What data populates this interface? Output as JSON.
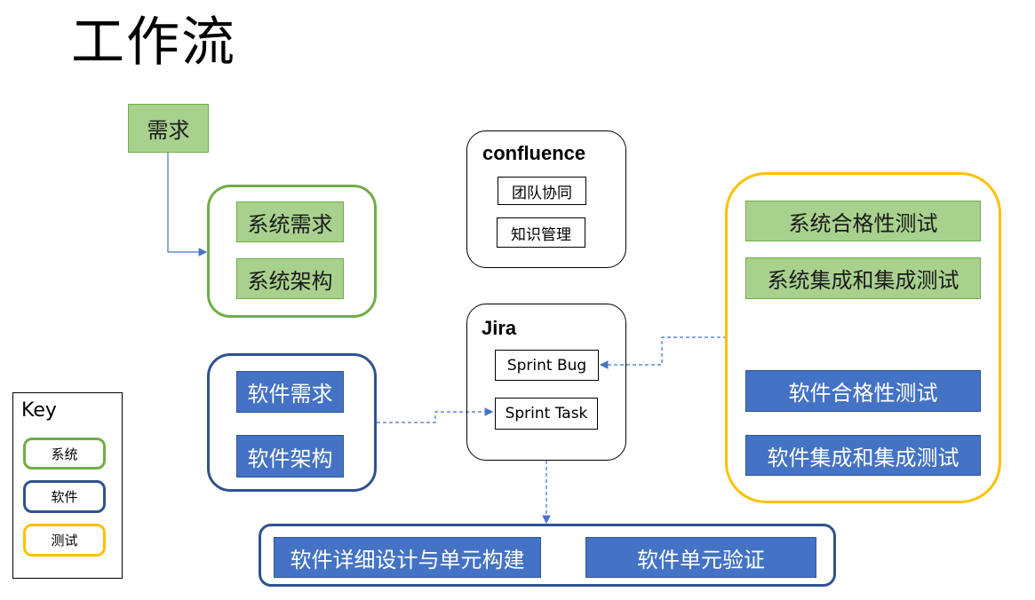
{
  "title": "工作流",
  "requirement": {
    "label": "需求"
  },
  "system_group": {
    "items": [
      "系统需求",
      "系统架构"
    ]
  },
  "software_group": {
    "items": [
      "软件需求",
      "软件架构"
    ]
  },
  "confluence": {
    "name": "confluence",
    "items": [
      "团队协同",
      "知识管理"
    ]
  },
  "jira": {
    "name": "Jira",
    "items": [
      "Sprint Bug",
      "Sprint Task"
    ]
  },
  "test_group": {
    "system_items": [
      "系统合格性测试",
      "系统集成和集成测试"
    ],
    "software_items": [
      "软件合格性测试",
      "软件集成和集成测试"
    ]
  },
  "unit_group": {
    "items": [
      "软件详细设计与单元构建",
      "软件单元验证"
    ]
  },
  "key": {
    "title": "Key",
    "items": [
      "系统",
      "软件",
      "测试"
    ]
  },
  "colors": {
    "green_fill": "#a9d18e",
    "green_border": "#70ad47",
    "blue_fill": "#4472c4",
    "blue_border": "#2f528f",
    "yellow_border": "#ffc000",
    "connector": "#4472c4"
  }
}
